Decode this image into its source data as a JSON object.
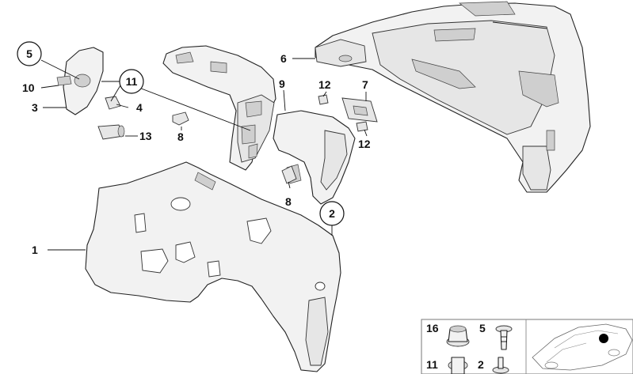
{
  "callouts": {
    "c1": "1",
    "c2": "2",
    "c3": "3",
    "c4": "4",
    "c5": "5",
    "c6": "6",
    "c7": "7",
    "c8a": "8",
    "c8b": "8",
    "c9": "9",
    "c10": "10",
    "c11": "11",
    "c12a": "12",
    "c12b": "12",
    "c13": "13"
  },
  "legend": {
    "n16": "16",
    "n5": "5",
    "n11": "11",
    "n2": "2"
  }
}
